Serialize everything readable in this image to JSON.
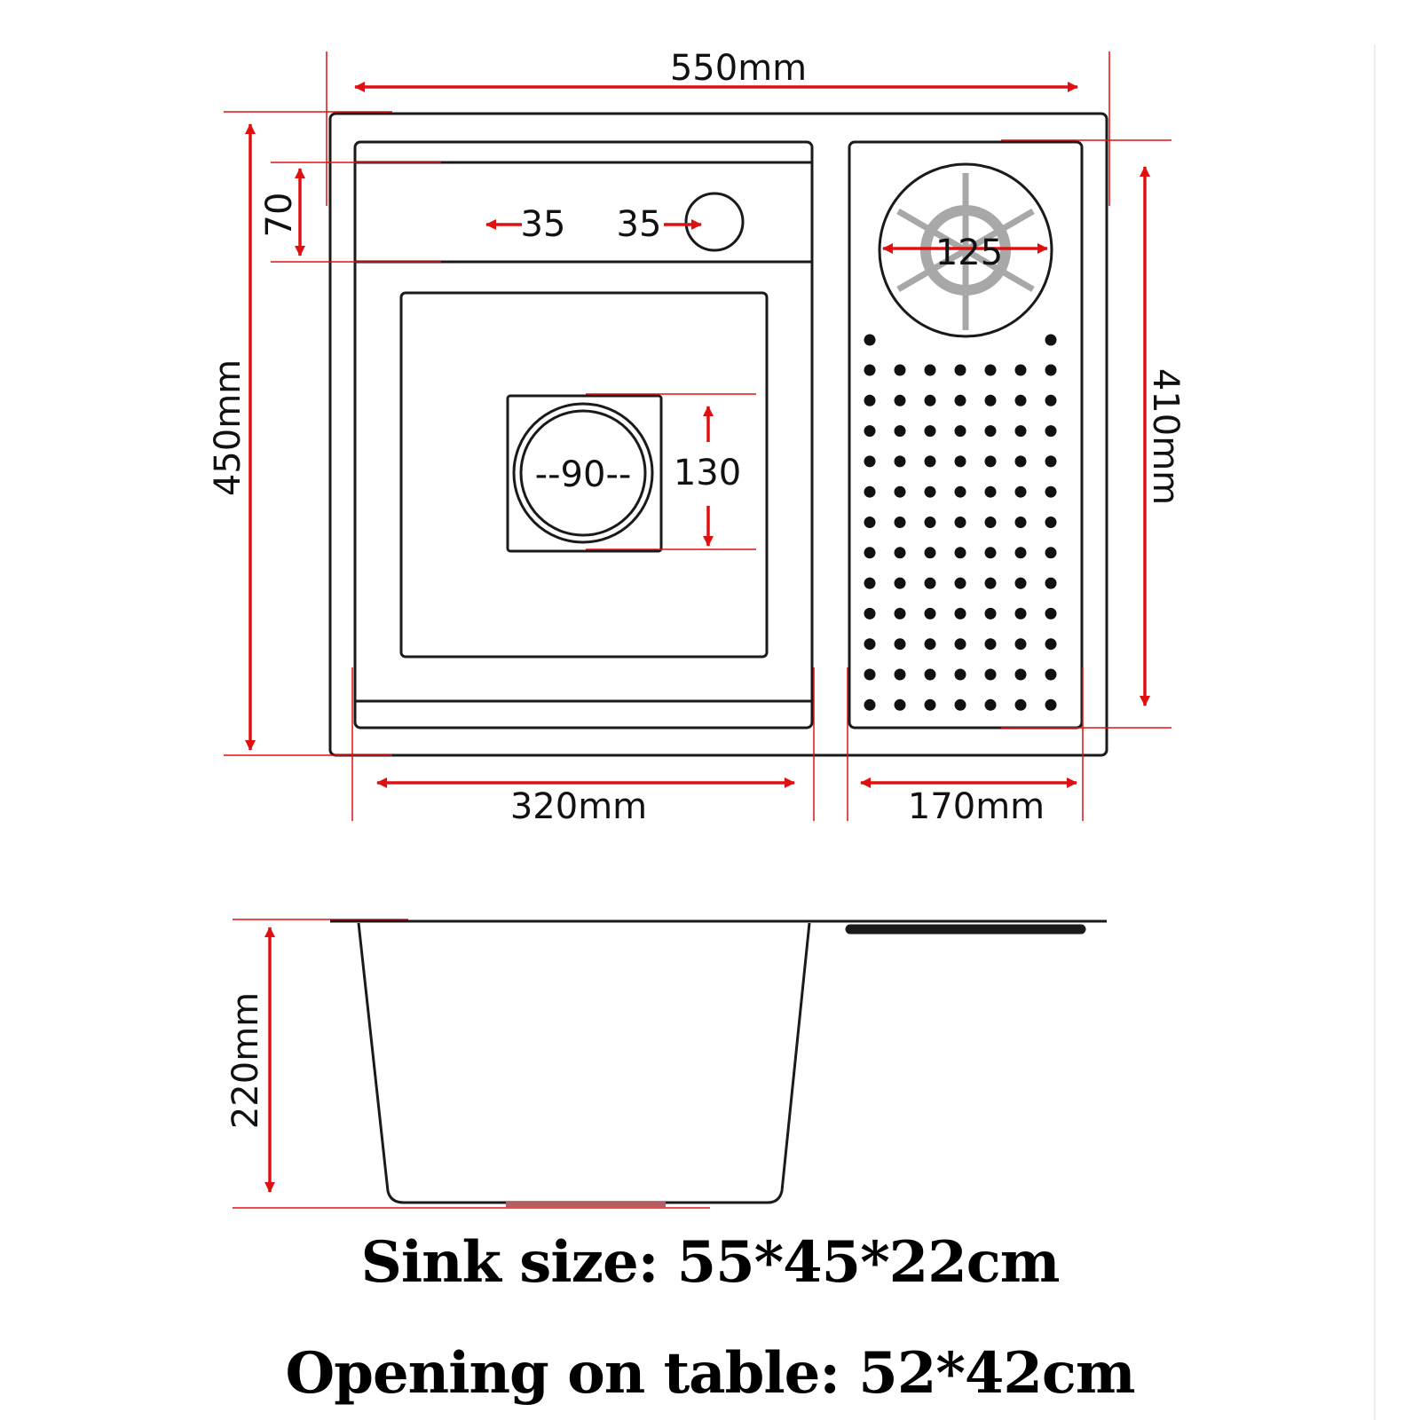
{
  "colors": {
    "outline": "#1a1a1a",
    "dimension": "#e01010",
    "drain_gray": "#a8a8a8"
  },
  "top_view": {
    "overall_width": "550mm",
    "overall_depth": "450mm",
    "inner_depth": "410mm",
    "main_basin_width": "320mm",
    "side_board_width": "170mm",
    "faucet_strip_depth": "70",
    "hole_left": "35",
    "hole_right": "35",
    "cup_rinser_diameter": "125",
    "drain_square": "130",
    "drain_diameter": "--90--"
  },
  "side_view": {
    "basin_height": "220mm"
  },
  "captions": {
    "sink_size": "Sink size: 55*45*22cm",
    "opening": "Opening on table: 52*42cm"
  },
  "icons": {
    "cup_rinser": "cup-rinser-icon",
    "drain": "drain-icon",
    "faucet_hole": "faucet-hole-icon"
  }
}
